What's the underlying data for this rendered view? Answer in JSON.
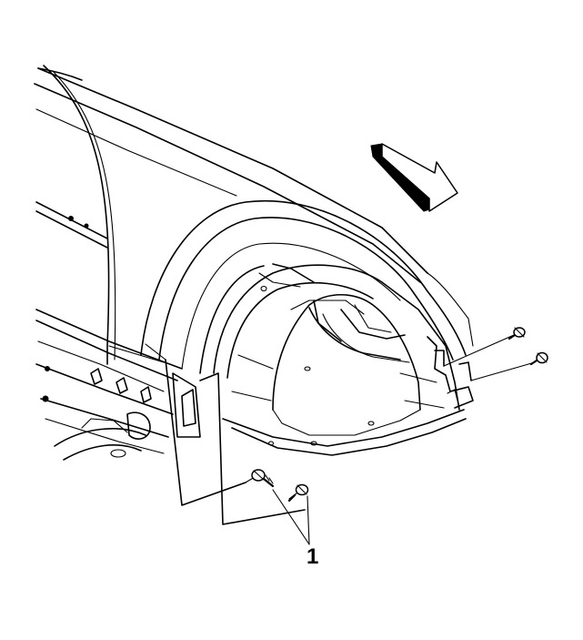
{
  "diagram": {
    "callout_label": "1",
    "colors": {
      "line": "#000000",
      "background": "#ffffff"
    },
    "parts": [
      "front-fender",
      "wheelhouse-liner",
      "liner-front-bolts",
      "liner-rear-bolts",
      "direction-arrow"
    ]
  }
}
